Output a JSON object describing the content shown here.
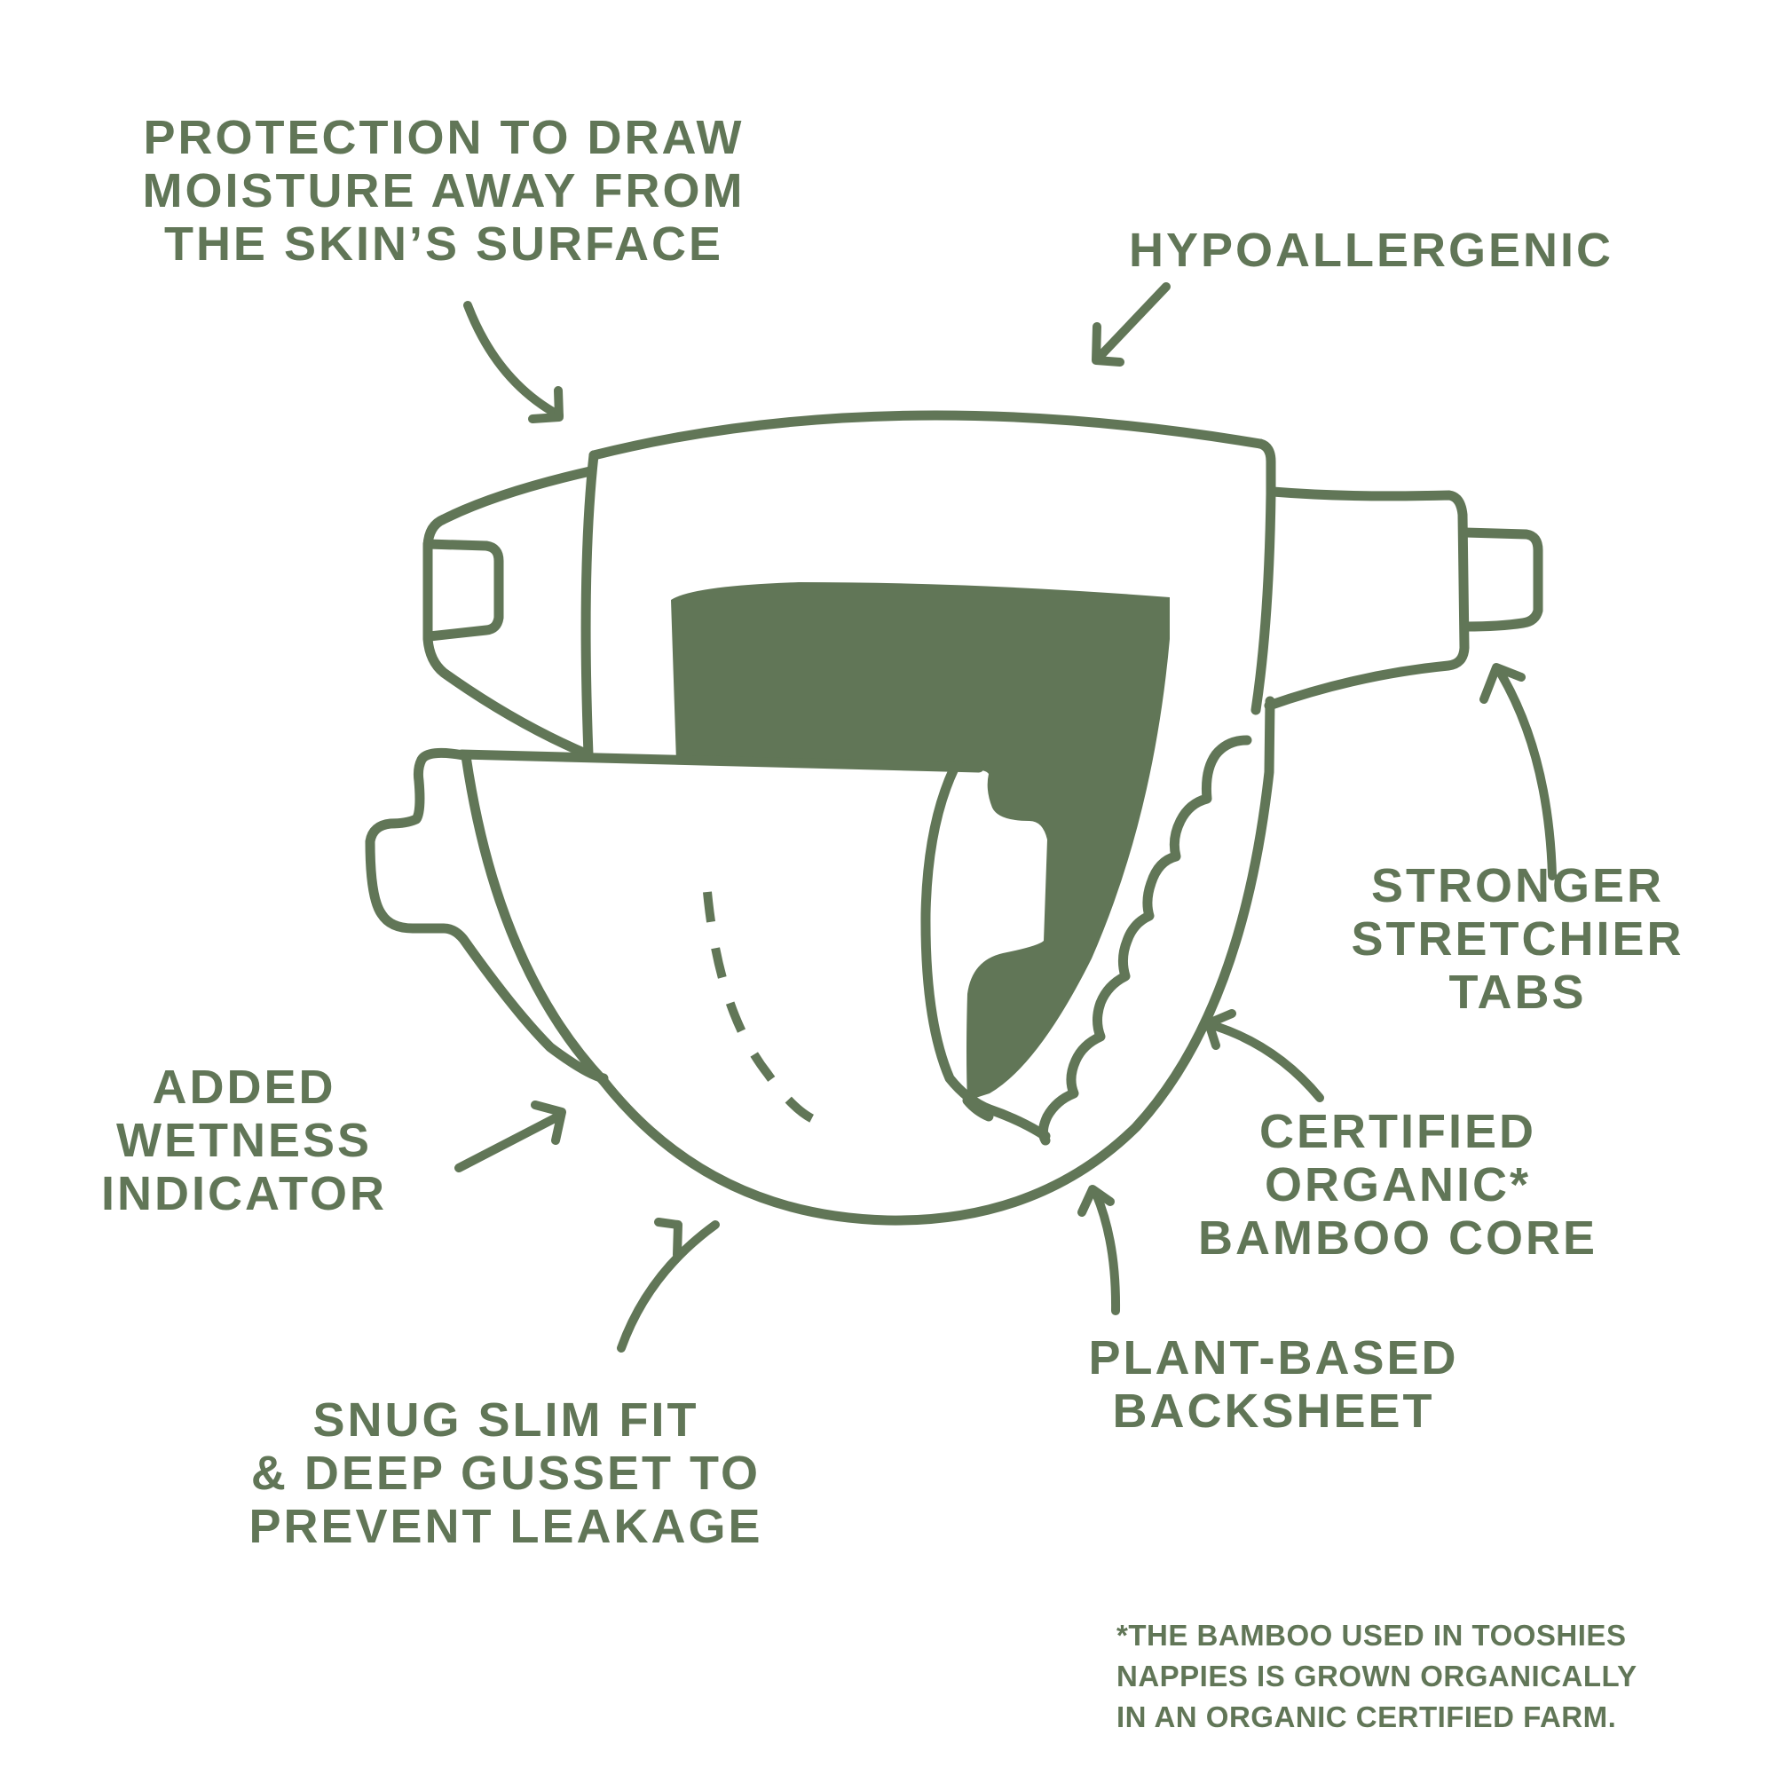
{
  "colors": {
    "ink": "#617657",
    "background": "#ffffff"
  },
  "illustration": {
    "subject": "diaper-nappy-diagram"
  },
  "callouts": {
    "protection": {
      "lines": [
        "PROTECTION TO DRAW",
        "MOISTURE AWAY FROM",
        "THE SKIN’S SURFACE"
      ]
    },
    "hypoallergenic": {
      "lines": [
        "HYPOALLERGENIC"
      ]
    },
    "tabs": {
      "lines": [
        "STRONGER",
        "STRETCHIER",
        "TABS"
      ]
    },
    "wetness": {
      "lines": [
        "ADDED",
        "WETNESS",
        "INDICATOR"
      ]
    },
    "core": {
      "lines": [
        "CERTIFIED",
        "ORGANIC*",
        "BAMBOO CORE"
      ]
    },
    "backsheet": {
      "lines": [
        "PLANT-BASED",
        "BACKSHEET"
      ]
    },
    "fit": {
      "lines": [
        "SNUG SLIM FIT",
        "& DEEP GUSSET TO",
        "PREVENT LEAKAGE"
      ]
    }
  },
  "footnote": {
    "lines": [
      "*THE BAMBOO USED IN TOOSHIES",
      "NAPPIES IS GROWN ORGANICALLY",
      "IN AN ORGANIC CERTIFIED FARM."
    ]
  }
}
